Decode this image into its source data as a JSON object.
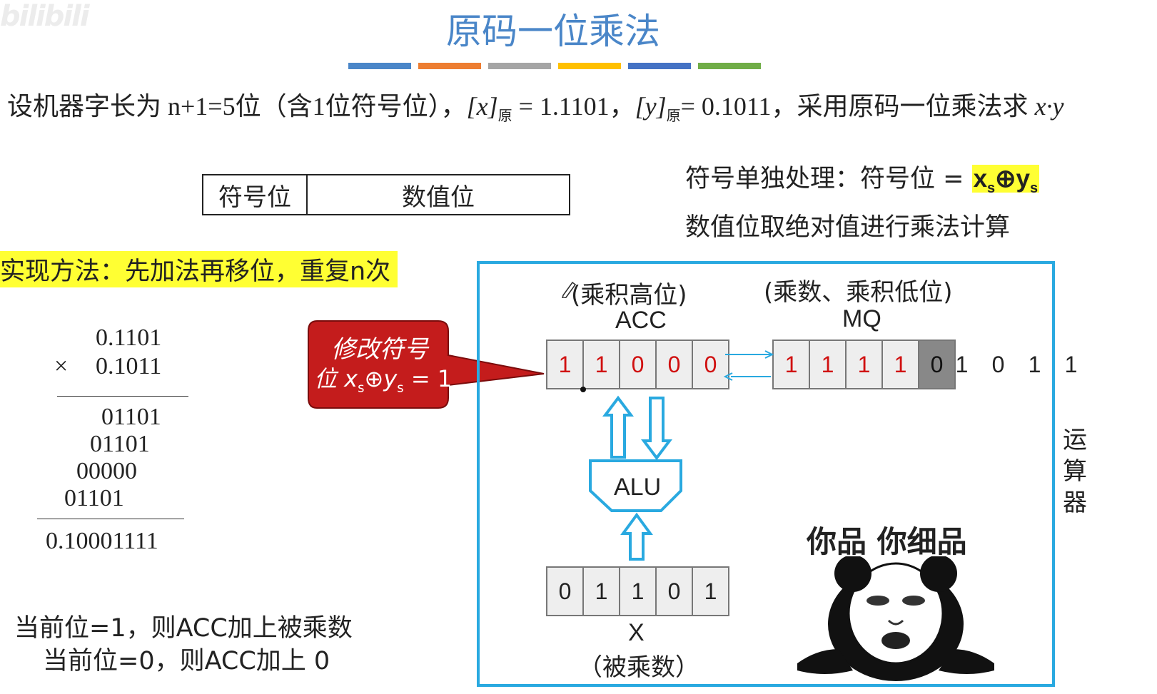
{
  "watermark": "bilibili",
  "title": "原码一位乘法",
  "stripes": [
    "#4a86c8",
    "#ed7d31",
    "#a5a5a5",
    "#ffc000",
    "#4472c4",
    "#70ad47"
  ],
  "problem": {
    "prefix": "设机器字长为 n+1=5位（含1位符号位），",
    "x_label": "[x]",
    "x_sub": "原",
    "x_value": " = 1.1101，",
    "y_label": "[y]",
    "y_sub": "原",
    "y_value": "= 0.1011，",
    "suffix": "采用原码一位乘法求 ",
    "expr": "x·y"
  },
  "format_table": {
    "sign": "符号位",
    "value": "数值位"
  },
  "sign_rule": {
    "text": "符号单独处理：符号位 = ",
    "xs": "x",
    "s1": "s",
    "op": "⊕",
    "ys": "y",
    "s2": "s"
  },
  "abs_rule": "数值位取绝对值进行乘法计算",
  "method": "实现方法：先加法再移位，重复n次",
  "calc": {
    "multiplicand": "0.1101",
    "times": "×",
    "multiplier": "0.1011",
    "partials": [
      "01101",
      "01101",
      "00000",
      "01101"
    ],
    "result": "0.10001111"
  },
  "callout": {
    "line1": "修改符号",
    "line2": "位 x",
    "sub1": "s",
    "op": "⊕",
    "y": "y",
    "sub2": "s",
    "tail": " = 1"
  },
  "notes": {
    "cur1": "当前位=1，则ACC加上被乘数",
    "cur0": "当前位=0，则ACC加上 0"
  },
  "acc": {
    "caption": "(乘积高位)",
    "name": "ACC",
    "bits": [
      "1",
      "1",
      "0",
      "0",
      "0"
    ]
  },
  "mq": {
    "caption": "(乘数、乘积低位)",
    "name": "MQ",
    "bits": [
      "1",
      "1",
      "1",
      "1"
    ],
    "current_bit": "0",
    "shifted_out": [
      "1",
      "0",
      "1",
      "1"
    ]
  },
  "alu": {
    "name": "ALU"
  },
  "x_reg": {
    "bits": [
      "0",
      "1",
      "1",
      "0",
      "1"
    ],
    "name": "X",
    "caption": "（被乘数）"
  },
  "unit_label": "运算器",
  "meme_caption": "你品 你细品",
  "colors": {
    "accent": "#29a9e0",
    "highlight": "#ffff33",
    "callout": "#c41c1c",
    "bit_red": "#d01010"
  }
}
